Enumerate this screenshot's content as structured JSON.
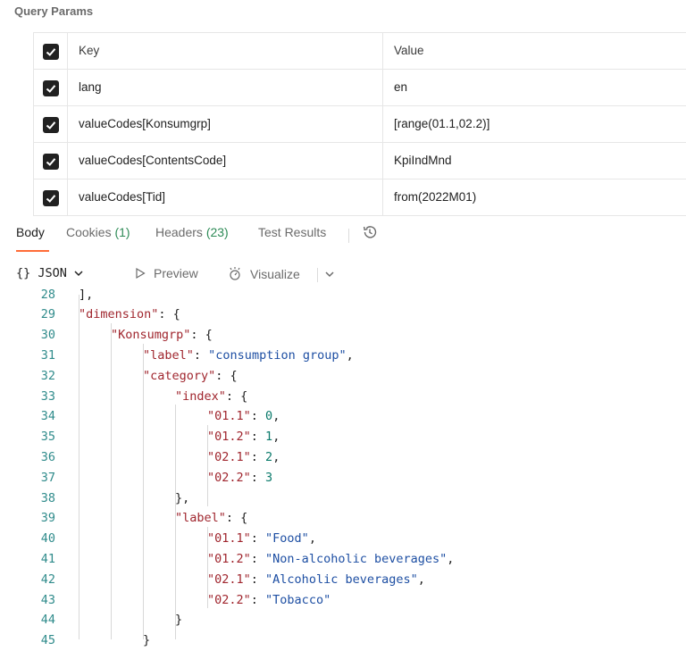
{
  "query_params": {
    "title": "Query Params",
    "header": {
      "key": "Key",
      "value": "Value"
    },
    "rows": [
      {
        "key": "lang",
        "value": "en"
      },
      {
        "key": "valueCodes[Konsumgrp]",
        "value": "[range(01.1,02.2)]"
      },
      {
        "key": "valueCodes[ContentsCode]",
        "value": "KpiIndMnd"
      },
      {
        "key": "valueCodes[Tid]",
        "value": "from(2022M01)"
      }
    ]
  },
  "response_tabs": {
    "body": "Body",
    "cookies": "Cookies",
    "cookies_count": "(1)",
    "headers": "Headers",
    "headers_count": "(23)",
    "test_results": "Test Results"
  },
  "toolbar": {
    "format": "{} JSON",
    "preview": "Preview",
    "visualize": "Visualize"
  },
  "code_lines": [
    {
      "n": "28",
      "text": "],",
      "indent": 1
    },
    {
      "n": "29",
      "key": "\"dimension\"",
      "rest": ": {",
      "indent": 1
    },
    {
      "n": "30",
      "key": "\"Konsumgrp\"",
      "rest": ": {",
      "indent": 2
    },
    {
      "n": "31",
      "key": "\"label\"",
      "rest": ": ",
      "str": "\"consumption group\"",
      "tail": ",",
      "indent": 3
    },
    {
      "n": "32",
      "key": "\"category\"",
      "rest": ": {",
      "indent": 3
    },
    {
      "n": "33",
      "key": "\"index\"",
      "rest": ": {",
      "indent": 4
    },
    {
      "n": "34",
      "key": "\"01.1\"",
      "rest": ": ",
      "num": "0",
      "tail": ",",
      "indent": 5
    },
    {
      "n": "35",
      "key": "\"01.2\"",
      "rest": ": ",
      "num": "1",
      "tail": ",",
      "indent": 5
    },
    {
      "n": "36",
      "key": "\"02.1\"",
      "rest": ": ",
      "num": "2",
      "tail": ",",
      "indent": 5
    },
    {
      "n": "37",
      "key": "\"02.2\"",
      "rest": ": ",
      "num": "3",
      "tail": "",
      "indent": 5
    },
    {
      "n": "38",
      "text": "},",
      "indent": 4
    },
    {
      "n": "39",
      "key": "\"label\"",
      "rest": ": {",
      "indent": 4
    },
    {
      "n": "40",
      "key": "\"01.1\"",
      "rest": ": ",
      "str": "\"Food\"",
      "tail": ",",
      "indent": 5
    },
    {
      "n": "41",
      "key": "\"01.2\"",
      "rest": ": ",
      "str": "\"Non-alcoholic beverages\"",
      "tail": ",",
      "indent": 5
    },
    {
      "n": "42",
      "key": "\"02.1\"",
      "rest": ": ",
      "str": "\"Alcoholic beverages\"",
      "tail": ",",
      "indent": 5
    },
    {
      "n": "43",
      "key": "\"02.2\"",
      "rest": ": ",
      "str": "\"Tobacco\"",
      "tail": "",
      "indent": 5
    },
    {
      "n": "44",
      "text": "}",
      "indent": 4
    },
    {
      "n": "45",
      "text": "}",
      "indent": 3
    }
  ],
  "colors": {
    "accent": "#ff6c37",
    "key": "#a0262e",
    "string": "#1e4fa3",
    "number": "#0a7a6b",
    "line_number": "#2f8b8b"
  }
}
